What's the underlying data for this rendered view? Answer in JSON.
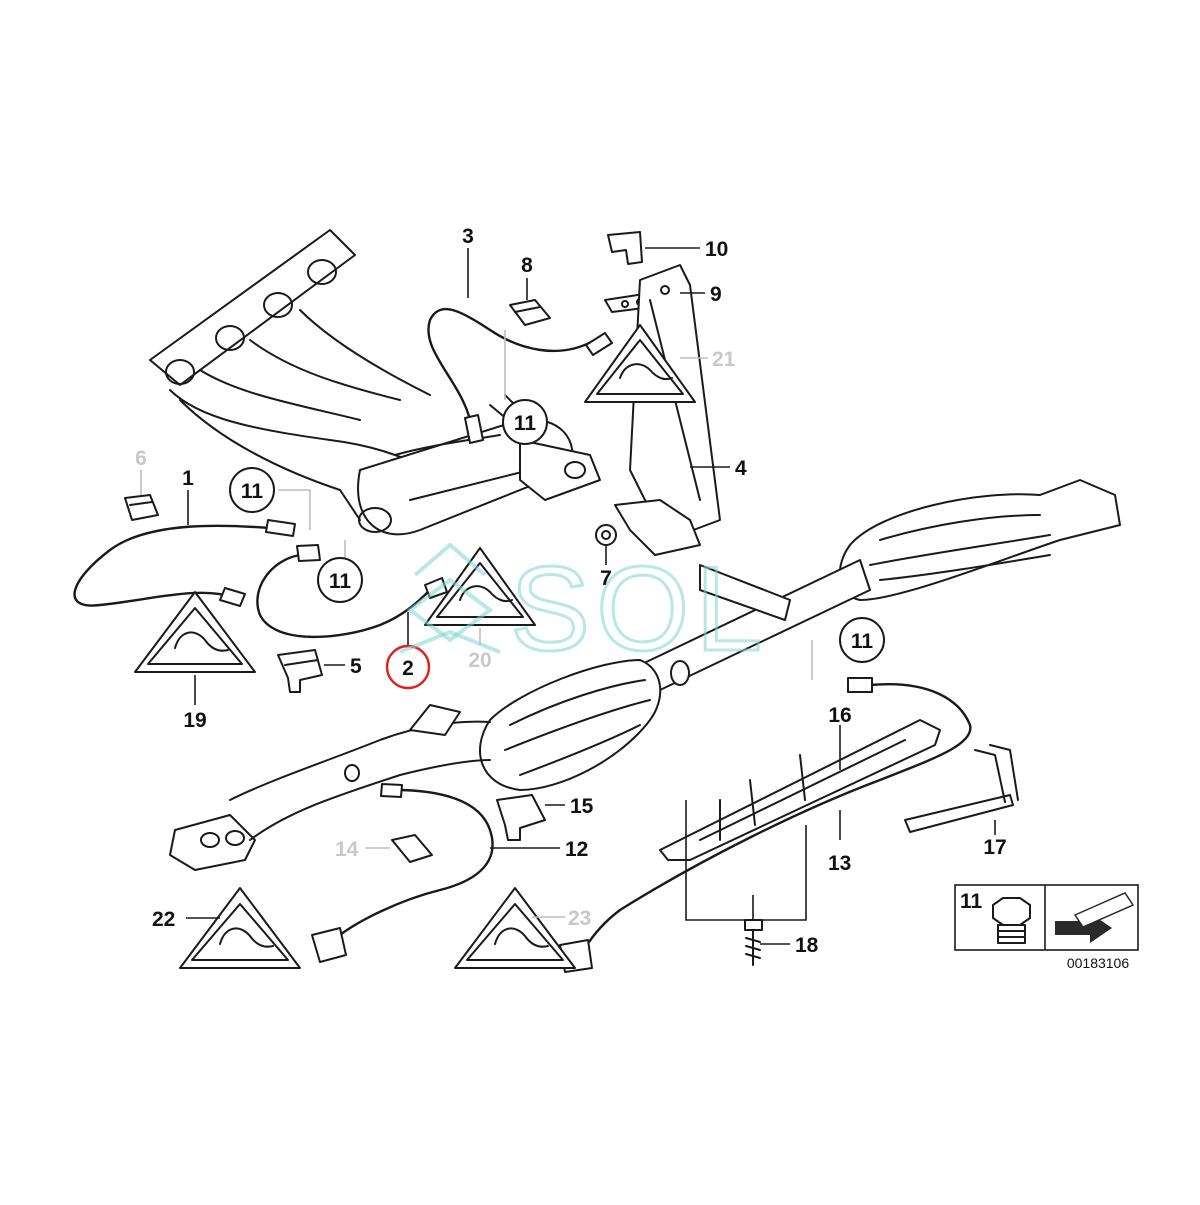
{
  "diagram": {
    "callouts": {
      "c1": "1",
      "c2": "2",
      "c3": "3",
      "c4": "4",
      "c5": "5",
      "c6": "6",
      "c7": "7",
      "c8": "8",
      "c9": "9",
      "c10": "10",
      "c11a": "11",
      "c11b": "11",
      "c11c": "11",
      "c11d": "11",
      "c12": "12",
      "c13": "13",
      "c14": "14",
      "c15": "15",
      "c16": "16",
      "c17": "17",
      "c18": "18",
      "c19": "19",
      "c20": "20",
      "c21": "21",
      "c22": "22",
      "c23": "23"
    },
    "legend": {
      "part_number": "11",
      "diagram_id": "00183106"
    },
    "watermark": "SOL",
    "colors": {
      "line": "#1a1a1a",
      "grey_label": "#c8c8c8",
      "highlight_circle": "#e0201b",
      "watermark": "#7fd6d2"
    }
  }
}
